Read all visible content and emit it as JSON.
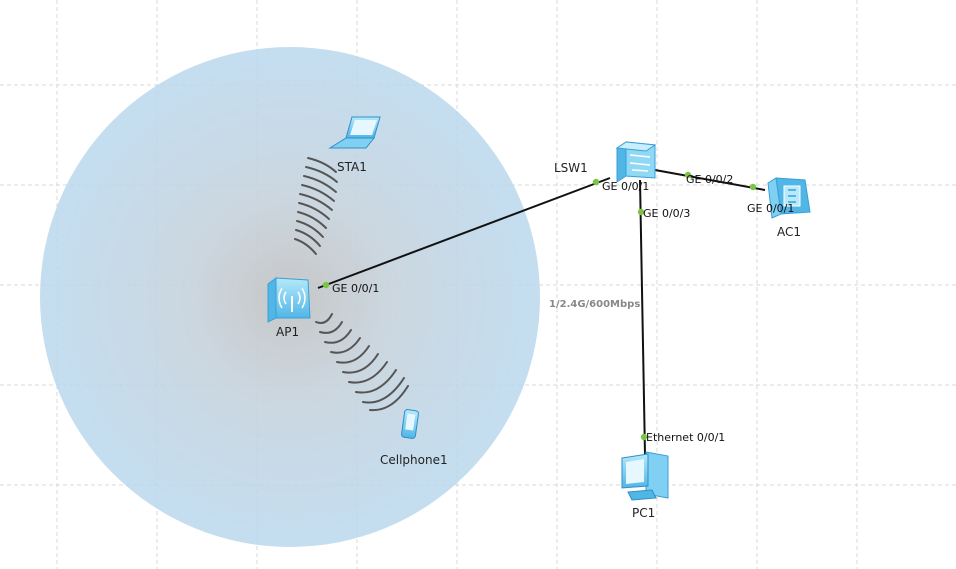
{
  "colors": {
    "coverage": "#b9d8ee",
    "coverage_center": "#c8c8c8",
    "link": "#111111",
    "port_dot": "#7cc444",
    "device_blue": "#7fd0f3",
    "device_dark": "#3b9fd6",
    "grid": "#d9d9d9",
    "signal": "#555555"
  },
  "devices": {
    "sta1": {
      "label": "STA1",
      "icon": "laptop-icon"
    },
    "lsw1": {
      "label": "LSW1",
      "icon": "switch-icon"
    },
    "ac1": {
      "label": "AC1",
      "icon": "access-controller-icon"
    },
    "ap1": {
      "label": "AP1",
      "icon": "access-point-icon"
    },
    "cellphone1": {
      "label": "Cellphone1",
      "icon": "cellphone-icon"
    },
    "pc1": {
      "label": "PC1",
      "icon": "desktop-pc-icon"
    }
  },
  "ports": {
    "lsw1_ge001": "GE 0/0/1",
    "lsw1_ge002": "GE 0/0/2",
    "lsw1_ge003": "GE 0/0/3",
    "ac1_ge001": "GE 0/0/1",
    "ap1_ge001": "GE 0/0/1",
    "pc1_eth001": "Ethernet 0/0/1"
  },
  "annotations": {
    "wifi_link": "1/2.4G/600Mbps"
  }
}
